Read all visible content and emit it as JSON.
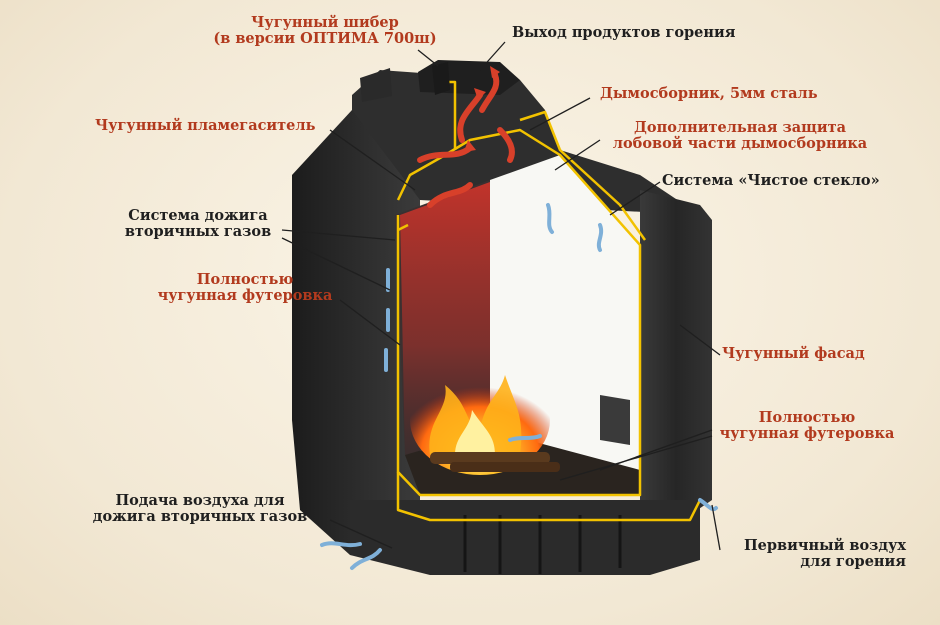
{
  "labels": {
    "damper": {
      "line1": "Чугунный шибер",
      "line2": "(в версии ОПТИМА 700ш)"
    },
    "exhaust": "Выход продуктов горения",
    "smoke_collector": "Дымосборник, 5мм сталь",
    "extra_protection": {
      "line1": "Дополнительная защита",
      "line2": "лобовой части дымосборника"
    },
    "flame_arrester": "Чугунный пламегаситель",
    "clean_glass": "Система «Чистое стекло»",
    "afterburn": {
      "line1": "Система дожига",
      "line2": "вторичных газов"
    },
    "lining_left": {
      "line1": "Полностью",
      "line2": "чугунная футеровка"
    },
    "facade": "Чугунный фасад",
    "lining_right": {
      "line1": "Полностью",
      "line2": "чугунная футеровка"
    },
    "air_supply": {
      "line1": "Подача воздуха для",
      "line2": "дожига вторичных газов"
    },
    "primary_air": {
      "line1": "Первичный воздух",
      "line2": "для горения"
    }
  },
  "colors": {
    "accent_text": "#b23a1e",
    "dark_text": "#1f1f1f",
    "body": "#2a2a2a",
    "outline": "#f2c200",
    "glass": "#f8f8f4",
    "fire": "#ff8a1a",
    "air_arrows": "#7fb0d8",
    "hot_arrows": "#d8402a"
  }
}
